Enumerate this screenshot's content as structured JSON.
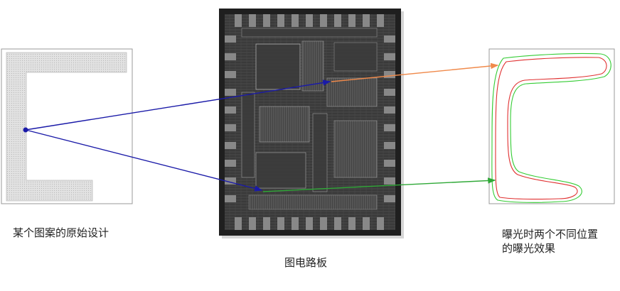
{
  "labels": {
    "left_caption": "某个图案的原始设计",
    "center_caption": "图电路板",
    "right_caption_line1": "曝光时两个不同位置",
    "right_caption_line2": "的曝光效果"
  },
  "colors": {
    "arrow_blue": "#1a1aa8",
    "arrow_orange": "#f08a4b",
    "arrow_green": "#2ea836",
    "contour_red": "#e03030",
    "contour_green": "#33cc33",
    "pattern_fill": "#dcdcdc",
    "chip_bg": "#2a2a2a"
  }
}
